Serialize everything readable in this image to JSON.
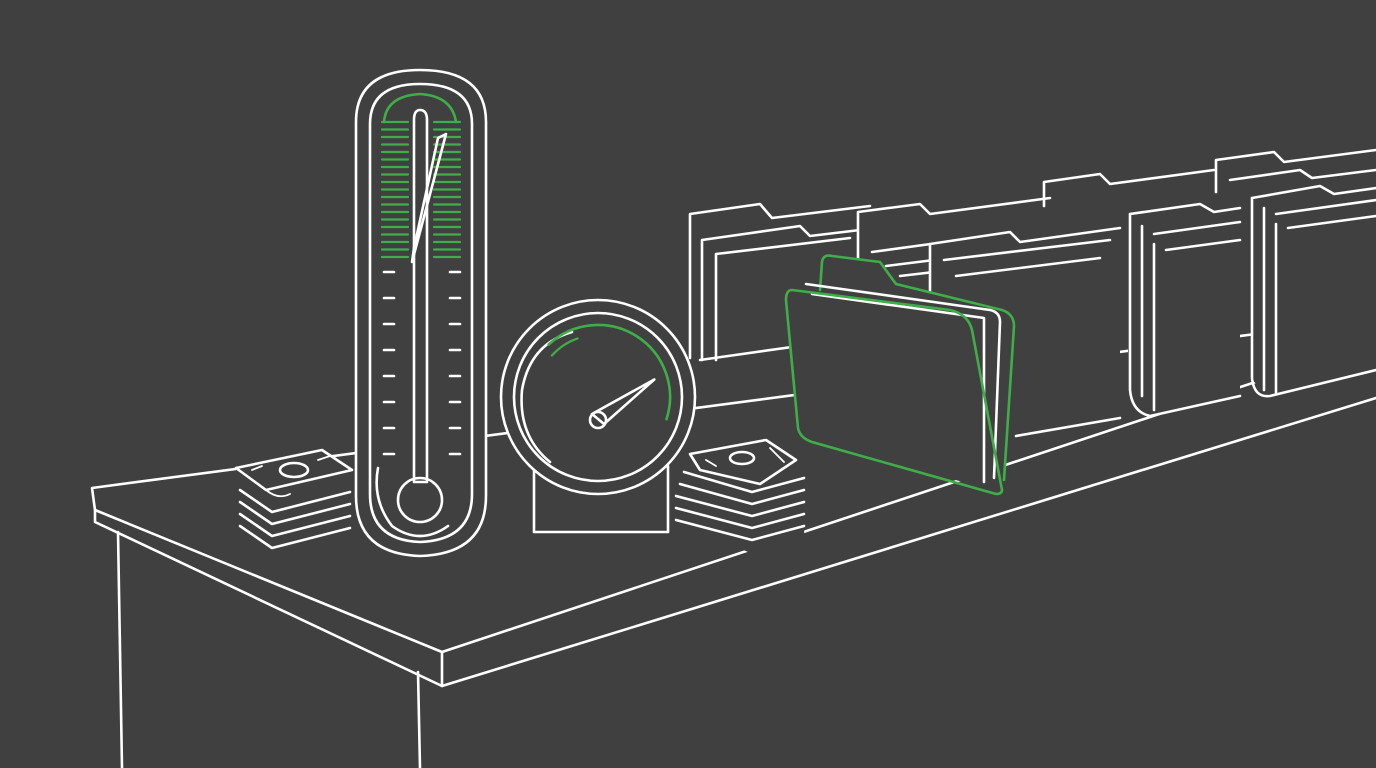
{
  "illustration": {
    "background_color": "#404040",
    "line_color": "#ffffff",
    "accent_color": "#3fae49",
    "objects": [
      "desk",
      "thermometer",
      "pressure-gauge",
      "cash-stack",
      "file-folders",
      "highlighted-folder"
    ]
  },
  "thermometer": {
    "fill_level": 0.55,
    "marker_count": 8
  },
  "gauge": {
    "needle_level": 0.7,
    "accent_arc_level": 0.75
  },
  "cash_stacks": {
    "left_bills": 5,
    "right_bills": 6
  },
  "filing": {
    "back_folder_count": 5,
    "highlighted_folder_index": 0
  }
}
